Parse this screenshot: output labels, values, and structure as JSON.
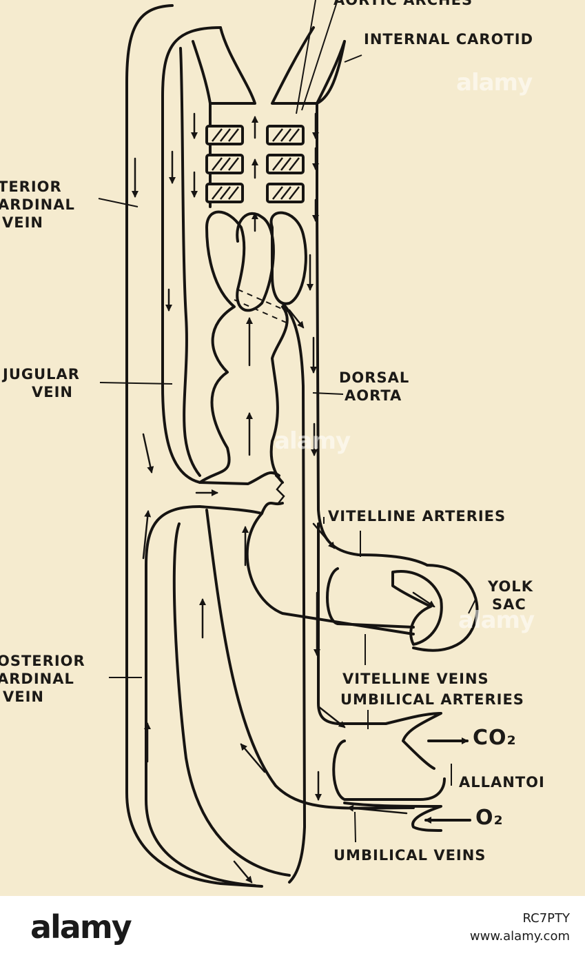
{
  "labels": {
    "aortic_arches": "AORTIC ARCHES",
    "internal_carotid": "INTERNAL CAROTID",
    "anterior_cardinal_vein": [
      "TERIOR",
      "ARDINAL",
      "VEIN"
    ],
    "jugular_vein": [
      "JUGULAR",
      "VEIN"
    ],
    "dorsal_aorta": [
      "DORSAL",
      "AORTA"
    ],
    "vitelline_arteries": "VITELLINE ARTERIES",
    "yolk_sac": [
      "YOLK",
      "SAC"
    ],
    "posterior_cardinal_vein": [
      "OSTERIOR",
      "ARDINAL",
      "VEIN"
    ],
    "vitelline_veins": "VITELLINE VEINS",
    "umbilical_arteries": "UMBILICAL ARTERIES",
    "co2": "CO₂",
    "allantois": "ALLANTOI",
    "o2": "O₂",
    "umbilical_veins": "UMBILICAL VEINS"
  },
  "watermark": "alamy",
  "footer": {
    "logo": "alamy",
    "image_id": "RC7PTY",
    "url": "www.alamy.com"
  },
  "colors": {
    "background": "#f5ebcf",
    "ink": "#161412",
    "footer_bg": "#ffffff"
  }
}
